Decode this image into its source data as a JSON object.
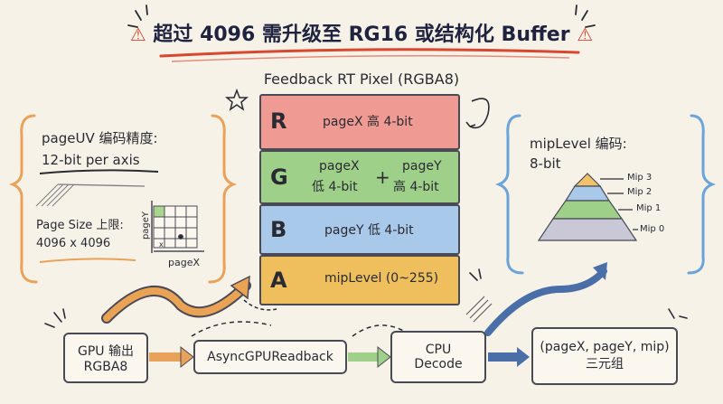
{
  "title": {
    "warn_left": "⚠",
    "text": "超过 4096 需升级至 RG16 或结构化 Buffer",
    "warn_right": "⚠"
  },
  "rt": {
    "title": "Feedback RT Pixel (RGBA8)",
    "r": {
      "letter": "R",
      "text": "pageX 高 4-bit",
      "color": "#ef9a92"
    },
    "g": {
      "letter": "G",
      "left_top": "pageX",
      "left_bottom": "低 4-bit",
      "plus": "+",
      "right_top": "pageY",
      "right_bottom": "高 4-bit",
      "color": "#9fd089"
    },
    "b": {
      "letter": "B",
      "text": "pageY 低 4-bit",
      "color": "#a9c9ea"
    },
    "a": {
      "letter": "A",
      "text": "mipLevel (0~255)",
      "color": "#eebf5c"
    }
  },
  "left_panel": {
    "line1": "pageUV 编码精度:",
    "line2": "12-bit per axis",
    "page_size_line1": "Page Size 上限:",
    "page_size_line2": "4096 x 4096",
    "axis_y": "pageY",
    "axis_x": "pageX",
    "grid_origin": "x"
  },
  "right_panel": {
    "line1": "mipLevel 编码:",
    "line2": "8-bit",
    "mips": [
      "Mip 3",
      "Mip 2",
      "Mip 1",
      "Mip 0"
    ]
  },
  "flow": {
    "gpu": {
      "line1": "GPU 输出",
      "line2": "RGBA8"
    },
    "readback": "AsyncGPUReadback",
    "cpu": {
      "line1": "CPU",
      "line2": "Decode"
    },
    "result": {
      "line1": "(pageX, pageY, mip)",
      "line2": "三元组"
    }
  }
}
